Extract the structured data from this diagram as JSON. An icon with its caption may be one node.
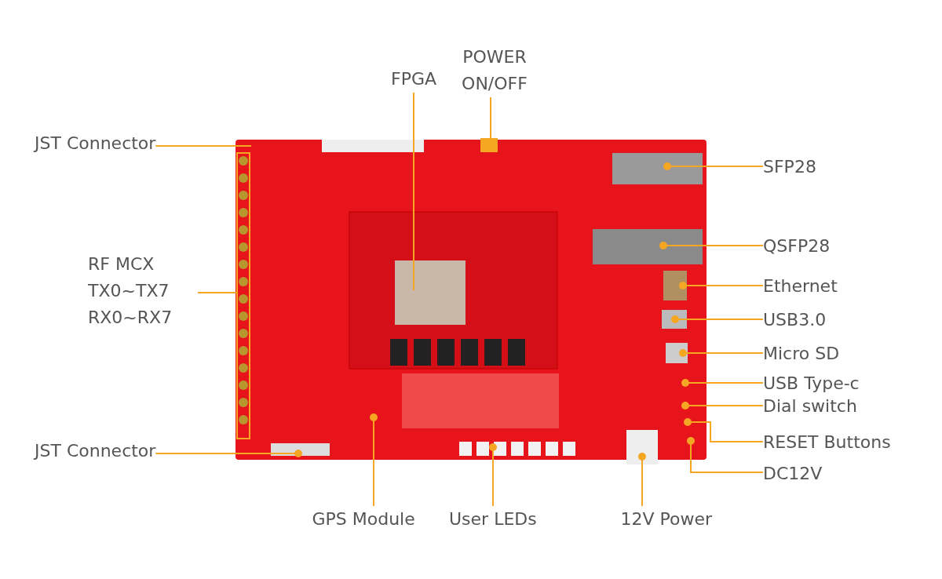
{
  "diagram": {
    "nodes": [
      {
        "text": [],
        "shape": "picture"
      },
      {
        "text": [
          "POWER ON/OFF"
        ]
      },
      {
        "text": [
          "FPGA"
        ]
      },
      {
        "text": [
          "JST Connector"
        ]
      },
      {
        "text": [
          "RF MCX TX0~TX7 RX0~RX7"
        ]
      },
      {
        "text": [
          "JST Connector"
        ]
      },
      {
        "text": [
          "SFP28"
        ]
      },
      {
        "text": [
          "QSFP28"
        ]
      },
      {
        "text": [
          "Ethernet"
        ]
      },
      {
        "text": [
          "USB3.0"
        ]
      },
      {
        "text": [
          "Micro SD"
        ]
      },
      {
        "text": [
          "USB Type-c"
        ]
      },
      {
        "text": [
          "Dial switch"
        ]
      },
      {
        "text": [
          "RESET Buttons"
        ]
      },
      {
        "text": [
          "DC12V"
        ]
      },
      {
        "text": [
          "GPS Module"
        ]
      },
      {
        "text": [
          "User LEDs"
        ]
      },
      {
        "text": [
          "12V Power"
        ]
      }
    ],
    "edges": [
      {
        "from": 1,
        "to": 0,
        "arrow": "other"
      },
      {
        "from": 2,
        "to": 0,
        "arrow": "none"
      },
      {
        "from": 3,
        "to": 0,
        "arrow": "none"
      },
      {
        "from": 4,
        "to": 0,
        "arrow": "none"
      },
      {
        "from": 5,
        "to": 0,
        "arrow": "other"
      },
      {
        "from": 6,
        "to": 0,
        "arrow": "other"
      },
      {
        "from": 7,
        "to": 0,
        "arrow": "other"
      },
      {
        "from": 8,
        "to": 0,
        "arrow": "other"
      },
      {
        "from": 9,
        "to": 0,
        "arrow": "other"
      },
      {
        "from": 10,
        "to": 0,
        "arrow": "other"
      },
      {
        "from": 11,
        "to": 0,
        "arrow": "other"
      },
      {
        "from": 12,
        "to": 0,
        "arrow": "other"
      },
      {
        "from": 13,
        "to": 0,
        "arrow": "other"
      },
      {
        "from": 14,
        "to": 0,
        "arrow": "other"
      },
      {
        "from": 15,
        "to": 0,
        "arrow": "other"
      },
      {
        "from": 16,
        "to": 0,
        "arrow": "other"
      },
      {
        "from": 17,
        "to": 0,
        "arrow": "other"
      }
    ]
  }
}
